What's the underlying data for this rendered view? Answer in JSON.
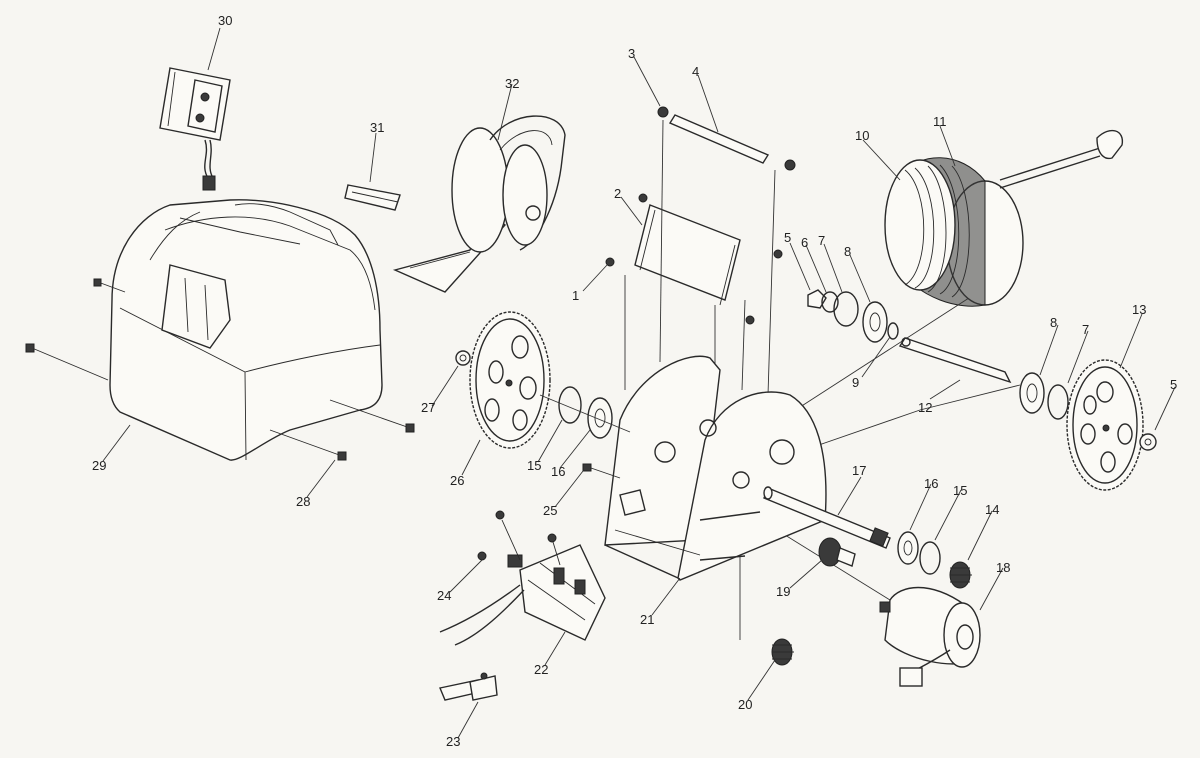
{
  "callouts": [
    {
      "id": "c1",
      "text": "1"
    },
    {
      "id": "c2",
      "text": "2"
    },
    {
      "id": "c3",
      "text": "3"
    },
    {
      "id": "c4",
      "text": "4"
    },
    {
      "id": "c5a",
      "text": "5"
    },
    {
      "id": "c5b",
      "text": "5"
    },
    {
      "id": "c6",
      "text": "6"
    },
    {
      "id": "c7a",
      "text": "7"
    },
    {
      "id": "c7b",
      "text": "7"
    },
    {
      "id": "c8a",
      "text": "8"
    },
    {
      "id": "c8b",
      "text": "8"
    },
    {
      "id": "c9",
      "text": "9"
    },
    {
      "id": "c10",
      "text": "10"
    },
    {
      "id": "c11",
      "text": "11"
    },
    {
      "id": "c12",
      "text": "12"
    },
    {
      "id": "c13",
      "text": "13"
    },
    {
      "id": "c14",
      "text": "14"
    },
    {
      "id": "c15a",
      "text": "15"
    },
    {
      "id": "c15b",
      "text": "15"
    },
    {
      "id": "c16a",
      "text": "16"
    },
    {
      "id": "c16b",
      "text": "16"
    },
    {
      "id": "c17",
      "text": "17"
    },
    {
      "id": "c18",
      "text": "18"
    },
    {
      "id": "c19",
      "text": "19"
    },
    {
      "id": "c20",
      "text": "20"
    },
    {
      "id": "c21",
      "text": "21"
    },
    {
      "id": "c22",
      "text": "22"
    },
    {
      "id": "c23",
      "text": "23"
    },
    {
      "id": "c24",
      "text": "24"
    },
    {
      "id": "c25",
      "text": "25"
    },
    {
      "id": "c26",
      "text": "26"
    },
    {
      "id": "c27",
      "text": "27"
    },
    {
      "id": "c28",
      "text": "28"
    },
    {
      "id": "c29",
      "text": "29"
    },
    {
      "id": "c30",
      "text": "30"
    },
    {
      "id": "c31",
      "text": "31"
    },
    {
      "id": "c32",
      "text": "32"
    }
  ]
}
